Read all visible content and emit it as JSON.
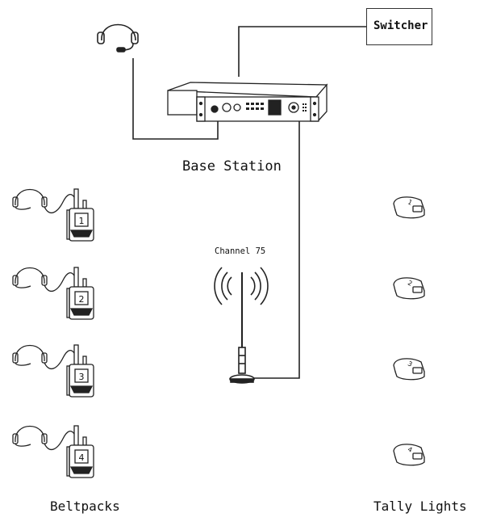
{
  "switcher": {
    "label": "Switcher"
  },
  "base_station": {
    "label": "Base Station"
  },
  "antenna": {
    "label": "Channel 75"
  },
  "beltpacks": {
    "label": "Beltpacks",
    "units": [
      "1",
      "2",
      "3",
      "4"
    ]
  },
  "tally_lights": {
    "label": "Tally Lights",
    "units": [
      "1",
      "2",
      "3",
      "4"
    ]
  }
}
